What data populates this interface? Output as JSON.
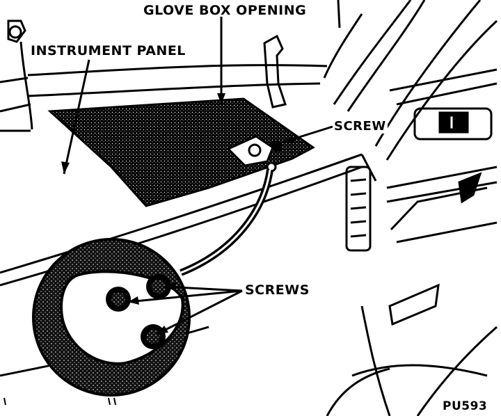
{
  "labels": {
    "glove_box_opening": "GLOVE BOX OPENING",
    "instrument_panel": "INSTRUMENT PANEL",
    "screw": "SCREW",
    "screws": "SCREWS",
    "figure_id": "PU593"
  },
  "colors": {
    "ink": "#000000",
    "paper": "#ffffff"
  }
}
